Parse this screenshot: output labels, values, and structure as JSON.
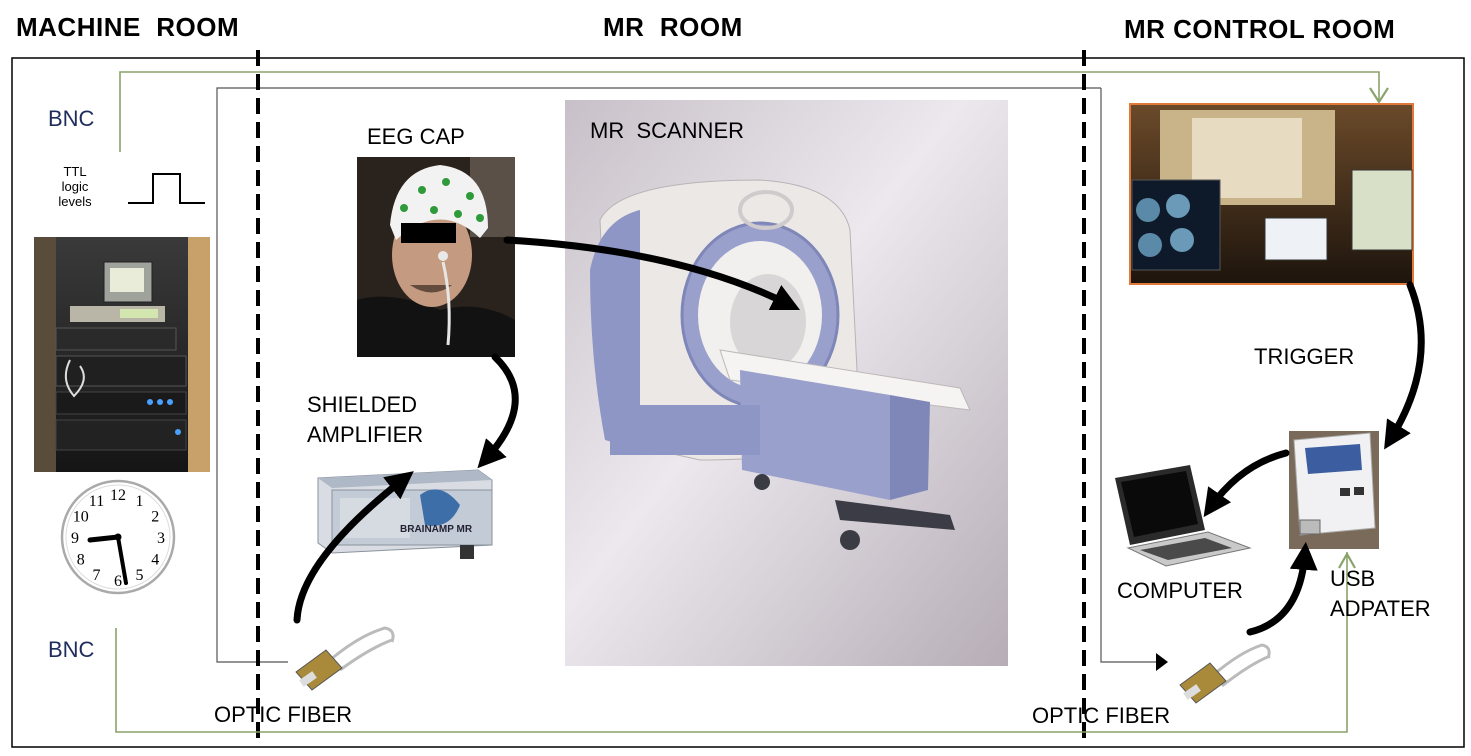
{
  "rooms": {
    "machine": "MACHINE  ROOM",
    "mr": "MR  ROOM",
    "control": "MR CONTROL ROOM"
  },
  "labels": {
    "bnc_top": "BNC",
    "bnc_bottom": "BNC",
    "ttl_line1": "TTL",
    "ttl_line2": "logic",
    "ttl_line3": "levels",
    "eeg_cap": "EEG CAP",
    "mr_scanner": "MR  SCANNER",
    "shielded_line1": "SHIELDED",
    "shielded_line2": "AMPLIFIER",
    "trigger": "TRIGGER",
    "computer": "COMPUTER",
    "usb_line1": "USB",
    "usb_line2": "ADPATER",
    "optic_fiber_left": "OPTIC FIBER",
    "optic_fiber_right": "OPTIC FIBER",
    "amp_brand": "BRAINAMP MR",
    "clock_numbers": [
      "12",
      "1",
      "2",
      "3",
      "4",
      "5",
      "6",
      "7",
      "8",
      "9",
      "10",
      "11"
    ]
  },
  "colors": {
    "connector_green": "#8aa36a",
    "scanner_blue": "#8e96c6",
    "control_border": "#e07a3a"
  }
}
